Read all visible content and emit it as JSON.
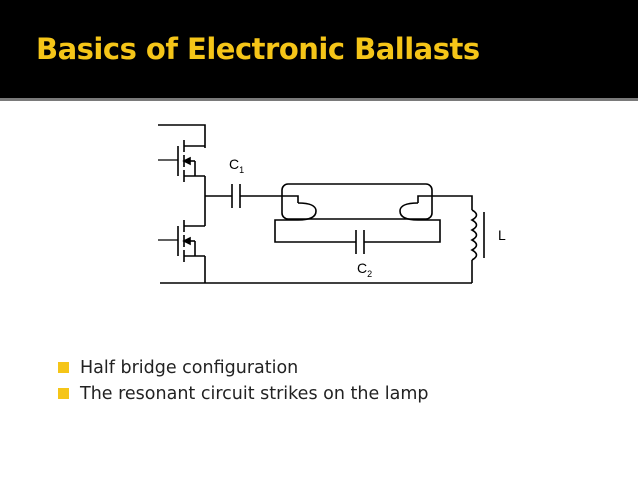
{
  "slide": {
    "title": "Basics of Electronic Ballasts",
    "accent_color": "#f5c518",
    "header_color": "#000000"
  },
  "diagram": {
    "labels": {
      "c1": {
        "main": "C",
        "sub": "1"
      },
      "c2": {
        "main": "C",
        "sub": "2"
      },
      "l": "L"
    }
  },
  "bullets": [
    {
      "text": "Half bridge configuration",
      "icon": "square-bullet-icon"
    },
    {
      "text": "The resonant circuit strikes on the lamp",
      "icon": "square-bullet-icon"
    }
  ]
}
